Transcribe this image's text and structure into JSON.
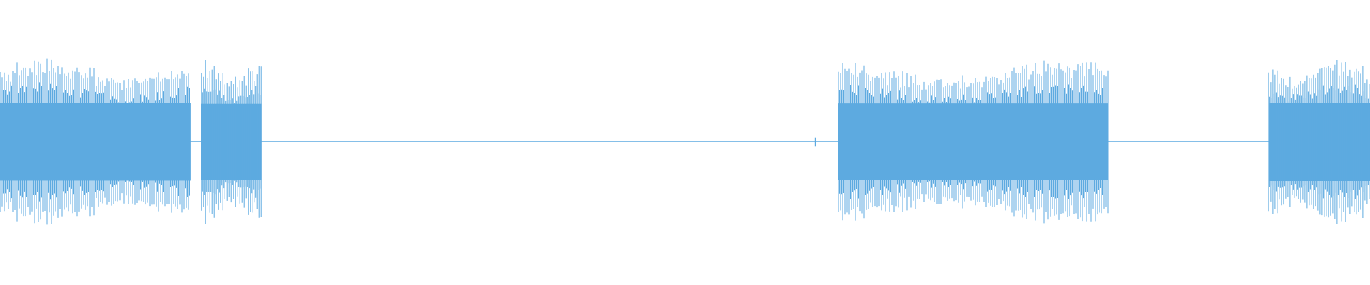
{
  "waveform": {
    "color": "#5daae0",
    "background": "#ffffff",
    "segments": [
      {
        "label": "burst",
        "start": 0.0,
        "end": 0.139,
        "amplitude": 0.96
      },
      {
        "label": "burst",
        "start": 0.147,
        "end": 0.191,
        "amplitude": 0.94
      },
      {
        "label": "burst",
        "start": 0.612,
        "end": 0.809,
        "amplitude": 0.95
      },
      {
        "label": "burst",
        "start": 0.926,
        "end": 1.0,
        "amplitude": 0.97
      }
    ],
    "click": {
      "position": 0.595,
      "amplitude": 0.05
    }
  }
}
